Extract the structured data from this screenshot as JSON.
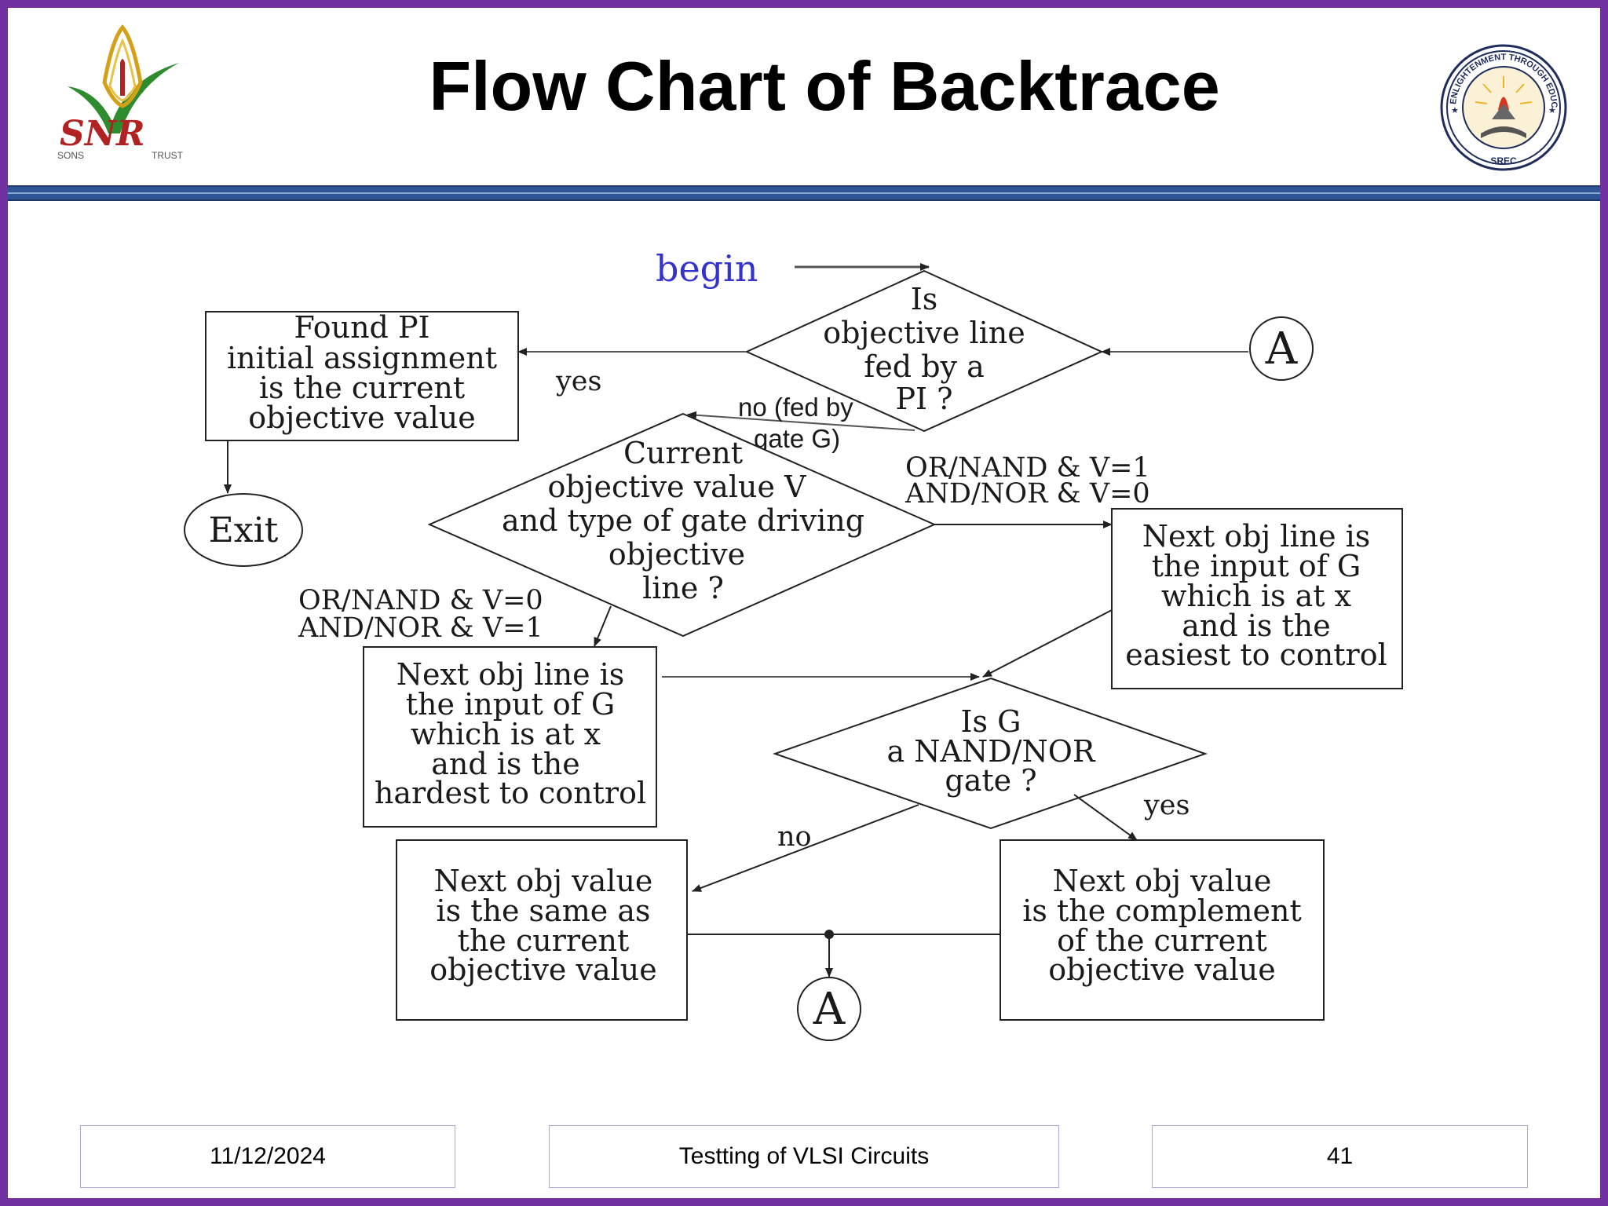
{
  "slide": {
    "title": "Flow Chart of Backtrace",
    "logo_left_text": "SNR",
    "logo_left_sub_left": "SONS",
    "logo_left_sub_right": "TRUST",
    "logo_right_ring_text": "ENLIGHTENMENT THROUGH EDUCATION",
    "logo_right_bottom_text": "SREC",
    "colors": {
      "frame": "#7030a0",
      "header_band": "#2f5597",
      "begin_label": "#3333cc"
    }
  },
  "flowchart": {
    "begin_label": "begin",
    "connector_label": "A",
    "decision_pi": [
      "Is",
      "objective line",
      "fed by a",
      "PI ?"
    ],
    "found_pi_box": [
      "Found PI",
      "initial assignment",
      "is the current",
      "objective value"
    ],
    "exit_label": "Exit",
    "yes_label_top": "yes",
    "no_fed_label": [
      "no (fed by",
      "gate G)"
    ],
    "decision_value": [
      "Current",
      "objective value V",
      "and type of gate driving",
      "objective",
      "line ?"
    ],
    "cond_right": [
      "OR/NAND & V=1",
      "AND/NOR & V=0"
    ],
    "cond_left": [
      "OR/NAND & V=0",
      "AND/NOR & V=1"
    ],
    "easiest_box": [
      "Next obj line is",
      "the input of G",
      "which is at x",
      "and is the",
      "easiest to control"
    ],
    "hardest_box": [
      "Next obj line is",
      "the input of G",
      "which is at x",
      "and is the",
      "hardest to control"
    ],
    "decision_nand": [
      "Is G",
      "a NAND/NOR",
      "gate ?"
    ],
    "no_label": "no",
    "yes_label_bottom": "yes",
    "same_box": [
      "Next obj value",
      "is the same as",
      "the current",
      "objective value"
    ],
    "complement_box": [
      "Next obj value",
      "is the complement",
      "of the current",
      "objective value"
    ]
  },
  "footer": {
    "date": "11/12/2024",
    "course": "Testting of VLSI Circuits",
    "page_number": "41"
  }
}
